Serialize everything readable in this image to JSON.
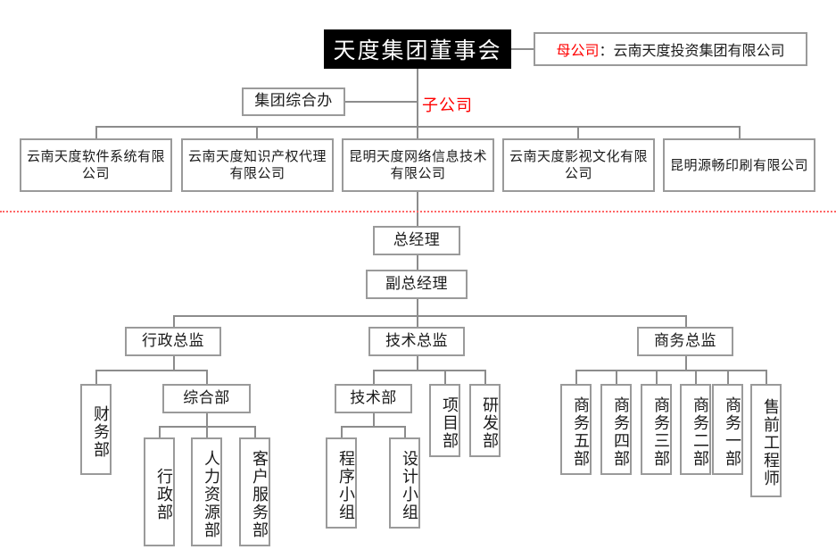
{
  "chart": {
    "title_node": "天度集团董事会",
    "legend": {
      "parent_key": "母公司",
      "parent_sep": "：",
      "parent_value": "云南天度投资集团有限公司",
      "subsidiary_label": "子公司"
    },
    "group_office": "集团综合办",
    "subsidiaries": [
      "云南天度软件系统有限公司",
      "云南天度知识产权代理有限公司",
      "昆明天度网络信息技术有限公司",
      "云南天度影视文化有限公司",
      "昆明源畅印刷有限公司"
    ],
    "general_manager": "总经理",
    "deputy_general_manager": "副总经理",
    "directors": [
      "行政总监",
      "技术总监",
      "商务总监"
    ],
    "admin_branch": {
      "finance": "财务部",
      "general_affairs": "综合部",
      "general_affairs_children": [
        "行政部",
        "人力资源部",
        "客户服务部"
      ]
    },
    "tech_branch": {
      "tech_department": "技术部",
      "tech_children": [
        "程序小组",
        "设计小组"
      ],
      "project_department": "项目部",
      "rd_department": "研发部"
    },
    "business_branch": [
      "商务五部",
      "商务四部",
      "商务三部",
      "商务二部",
      "商务一部",
      "售前工程师"
    ],
    "colors": {
      "root_bg": "#000000",
      "root_text": "#ffffff",
      "accent_red": "#ff0000",
      "divider": "#ff6666",
      "box_border": "#9a9a9a",
      "line": "#8c8c8c"
    }
  }
}
